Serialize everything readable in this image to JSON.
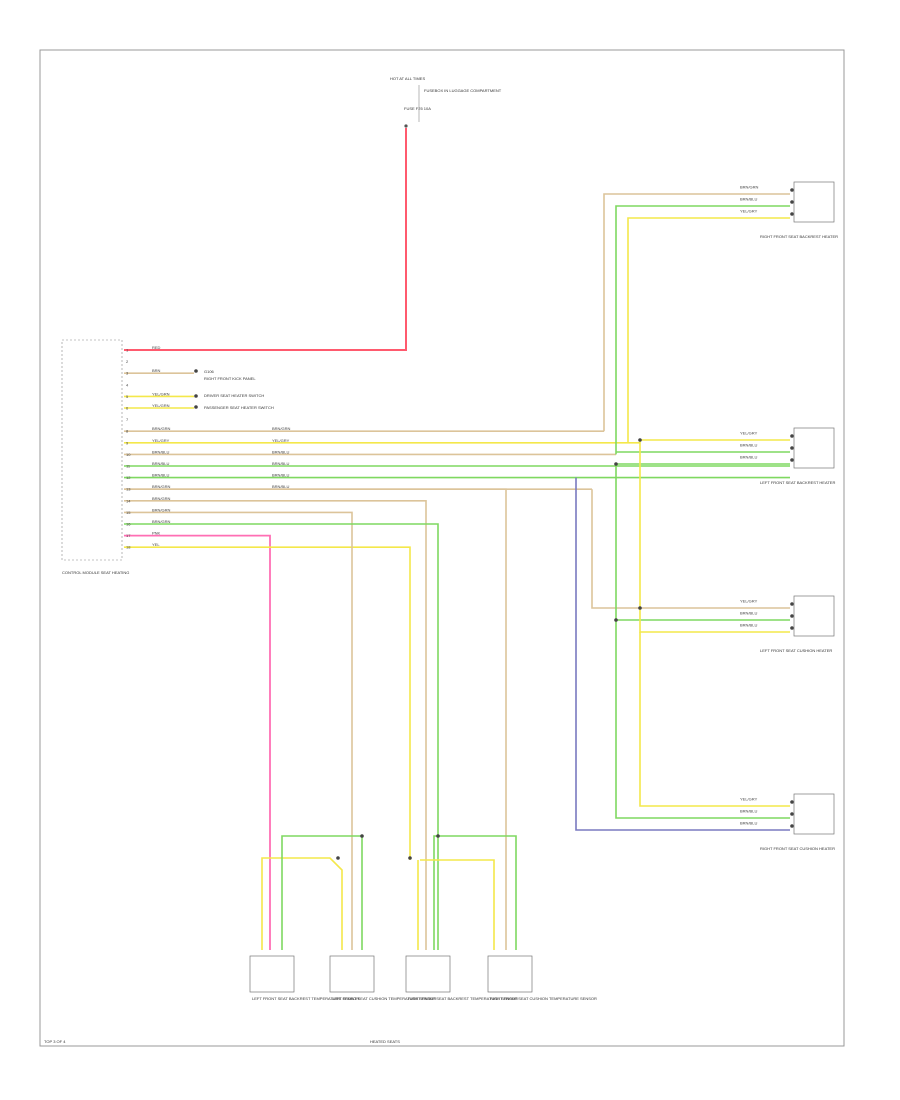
{
  "colors": {
    "red": "#ff5a6e",
    "pink": "#ff6fb4",
    "yellow": "#f4e84a",
    "green": "#7fd860",
    "tan": "#dcc49a",
    "blue": "#7a7ac0",
    "frame": "#999999",
    "text": "#333333"
  },
  "top_fuse": {
    "title": "HOT AT ALL TIMES",
    "fuse": "FUSE F25 10A",
    "location": "FUSEBOX IN LUGGAGE COMPARTMENT",
    "wire": "RED"
  },
  "control_module": {
    "label": "CONTROL MODULE SEAT HEATING",
    "pins": [
      "1",
      "2",
      "3",
      "4",
      "5",
      "6",
      "7",
      "8",
      "9",
      "10",
      "11",
      "12",
      "13",
      "14",
      "15",
      "16",
      "17",
      "18"
    ],
    "wires": [
      "RED",
      "",
      "BRN",
      "",
      "YEL/GRN",
      "YEL/GRN",
      "",
      "BRN/GRN",
      "YEL/GRY",
      "BRN/BLU",
      "BRN/BLU",
      "BRN/BLU",
      "BRN/GRN",
      "BRN/GRN",
      "BRN/GRN",
      "BRN/GRN",
      "PNK",
      "YEL"
    ]
  },
  "splices": {
    "right_side_wires": [
      "BRN/GRN",
      "YEL/GRY",
      "BRN/BLU",
      "BRN/BLU",
      "BRN/BLU",
      "BRN/BLU"
    ]
  },
  "left_notes": {
    "ground": "G106",
    "ground_desc": "RIGHT FRONT KICK PANEL",
    "seat_switch": "DRIVER SEAT HEATER SWITCH",
    "pass_switch": "PASSENGER SEAT HEATER SWITCH"
  },
  "heaters": [
    {
      "wires": [
        "BRN/GRN",
        "BRN/BLU",
        "YEL/GRY"
      ],
      "label": "RIGHT FRONT SEAT BACKREST HEATER"
    },
    {
      "wires": [
        "YEL/GRY",
        "BRN/BLU",
        "BRN/BLU"
      ],
      "label": "LEFT FRONT SEAT BACKREST HEATER"
    },
    {
      "wires": [
        "YEL/GRY",
        "BRN/BLU",
        "BRN/BLU"
      ],
      "label": "LEFT FRONT SEAT CUSHION HEATER"
    },
    {
      "wires": [
        "YEL/GRY",
        "BRN/BLU",
        "BRN/BLU"
      ],
      "label": "RIGHT FRONT SEAT CUSHION HEATER"
    }
  ],
  "sensors": [
    {
      "label": "LEFT FRONT SEAT BACKREST TEMPERATURE SENSOR"
    },
    {
      "label": "LEFT FRONT SEAT CUSHION TEMPERATURE SENSOR"
    },
    {
      "label": "RIGHT FRONT SEAT BACKREST TEMPERATURE SENSOR"
    },
    {
      "label": "RIGHT FRONT SEAT CUSHION TEMPERATURE SENSOR"
    }
  ],
  "footer": {
    "left": "TOP 3 OF 4",
    "center": "HEATED SEATS"
  }
}
